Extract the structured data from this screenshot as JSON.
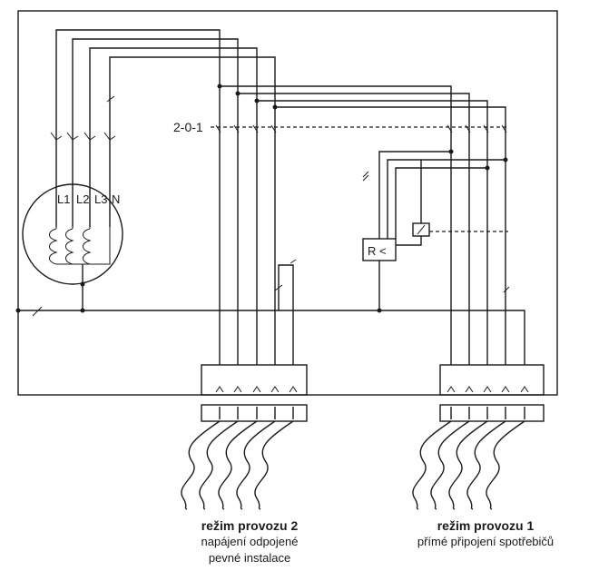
{
  "switch_label": "2-0-1",
  "generator": {
    "phases": [
      "L1",
      "L2",
      "L3",
      "N"
    ]
  },
  "relay_label": "R <",
  "captions": {
    "mode2": {
      "title": "režim provozu 2",
      "line1": "napájení odpojené",
      "line2": "pevné instalace"
    },
    "mode1": {
      "title": "režim provozu 1",
      "line1": "přímé připojení spotřebičů"
    }
  }
}
